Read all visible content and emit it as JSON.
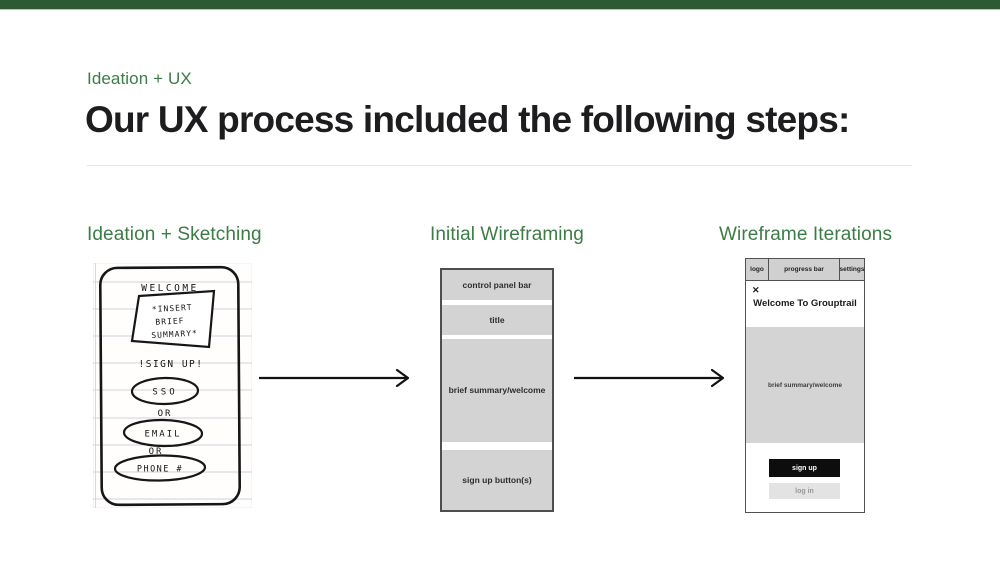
{
  "theme": {
    "top_bar_green": "#2d5a32",
    "accent_green": "#3c7c46",
    "title_color": "#1d1d1f",
    "wireframe_gray": "#d3d3d3",
    "wireframe_border": "#4e4e4e",
    "primary_button_black": "#0d0d0d"
  },
  "header": {
    "eyebrow": "Ideation + UX",
    "title": "Our UX process included the following steps:"
  },
  "columns": [
    {
      "header": "Ideation + Sketching"
    },
    {
      "header": "Initial Wireframing"
    },
    {
      "header": "Wireframe Iterations"
    }
  ],
  "sketch": {
    "welcome": "WELCOME",
    "insert_line1": "*INSERT",
    "insert_line2": "BRIEF",
    "insert_line3": "SUMMARY*",
    "sign_up": "!SIGN UP!",
    "sso": "SSO",
    "or_1": "OR",
    "email": "EMAIL",
    "or_2": "OR",
    "phone": "PHONE #"
  },
  "wireframe_initial": {
    "blocks": [
      "control panel bar",
      "title",
      "brief summary/welcome",
      "sign up button(s)"
    ]
  },
  "wireframe_iteration": {
    "top_bar": [
      "logo",
      "progress bar",
      "settings"
    ],
    "close_icon": "✕",
    "heading": "Welcome To Grouptrail",
    "body": "brief summary/welcome",
    "primary_button": "sign up",
    "secondary_button": "log in"
  }
}
